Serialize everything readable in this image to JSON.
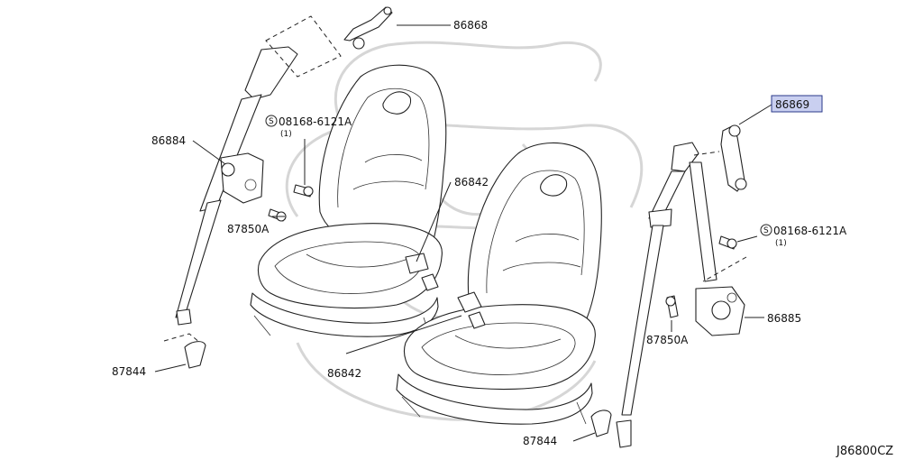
{
  "diagram_code": "J86800CZ",
  "callouts": {
    "p86868": "86868",
    "p86869": "86869",
    "p86884": "86884",
    "p86885": "86885",
    "p86842_top": "86842",
    "p86842_bottom": "86842",
    "p87850a_left": "87850A",
    "p87850a_right": "87850A",
    "p87844_left": "87844",
    "p87844_right": "87844",
    "bolt_left": "08168-6121A",
    "bolt_left_qty": "(1)",
    "bolt_right": "08168-6121A",
    "bolt_right_qty": "(1)",
    "bolt_symbol": "S"
  },
  "highlighted_part": "86869",
  "colors": {
    "line": "#222222",
    "highlight_fill": "#c9cff0",
    "highlight_border": "#2a3a8a",
    "watermark": "#d6d6d6"
  }
}
